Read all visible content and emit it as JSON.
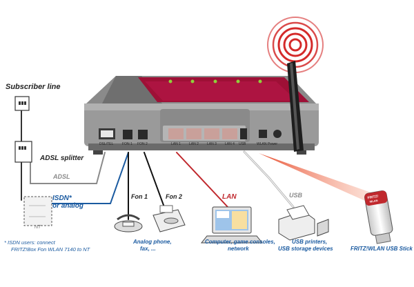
{
  "labels": {
    "subscriber_line": "Subscriber line",
    "adsl_splitter": "ADSL splitter",
    "adsl": "ADSL",
    "isdn_or_analog_line1": "ISDN*",
    "isdn_or_analog_line2": "or analog",
    "nt": "NT",
    "footnote_line1": "* ISDN users: connect",
    "footnote_line2": "FRITZ!Box Fon WLAN 7140 to NT",
    "fon1": "Fon 1",
    "fon2": "Fon 2",
    "lan": "LAN",
    "usb": "USB",
    "analog_devices_line1": "Analog phone,",
    "analog_devices_line2": "fax, ...",
    "lan_devices_line1": "Computer, game consoles,",
    "lan_devices_line2": "network",
    "usb_devices_line1": "USB printers,",
    "usb_devices_line2": "USB storage devices",
    "wlan_stick": "FRITZ!WLAN USB Stick"
  },
  "ports": {
    "dsl_tel": "DSL/TEL",
    "fon1": "FON 1",
    "fon2": "FON 2",
    "lan1": "LAN 1",
    "lan2": "LAN 2",
    "lan3": "LAN 3",
    "lan4": "LAN 4",
    "usb": "USB",
    "wlan_power": "WLAN  Power"
  },
  "stick_brand": "FRITZ!",
  "stick_wlan": "WLAN",
  "colors": {
    "router_red": "#9e1036",
    "router_grey": "#9a9a9a",
    "label_blue": "#1a5aa0",
    "lan_red": "#c0282d",
    "adsl_grey": "#8a8a8a",
    "led_green": "#8fd13a"
  }
}
